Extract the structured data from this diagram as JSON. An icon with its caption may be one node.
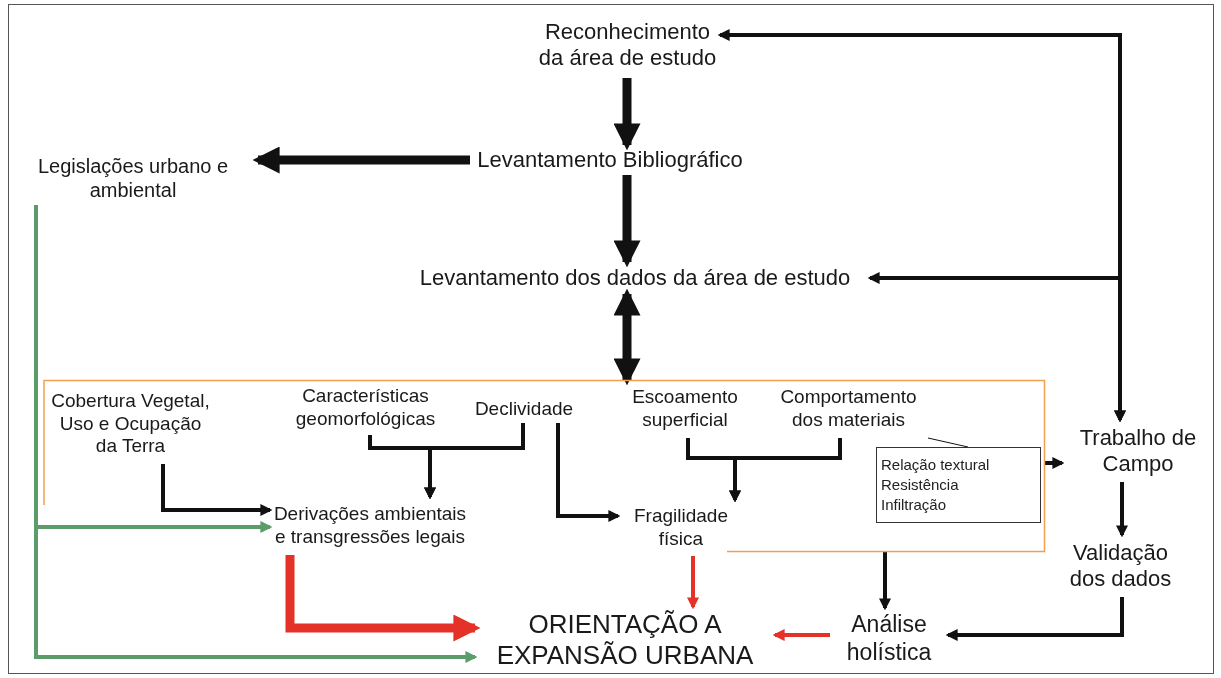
{
  "diagram": {
    "nodes": [
      {
        "text": [
          "Reconhecimento da área de estudo"
        ]
      },
      {
        "text": [
          "Levantamento Bibliográfico"
        ]
      },
      {
        "text": [
          "Legislações urbano e ambiental"
        ]
      },
      {
        "text": [
          "Levantamento dos dados da área de estudo"
        ]
      },
      {
        "text": [],
        "shape": "box"
      },
      {
        "text": [
          "Cobertura Vegetal, Uso e Ocupação da Terra"
        ],
        "in": 4
      },
      {
        "text": [
          "Características geomorfológicas"
        ],
        "in": 4
      },
      {
        "text": [
          "Declividade"
        ],
        "in": 4
      },
      {
        "text": [
          "Escoamento superficial"
        ],
        "in": 4
      },
      {
        "text": [
          "Comportamento dos materiais"
        ],
        "in": 4
      },
      {
        "text": [
          "Relação textural",
          "Resistência",
          "Infiltração"
        ],
        "in": 4
      },
      {
        "text": [
          "Derivações ambientais e transgressões legais"
        ],
        "in": 4
      },
      {
        "text": [
          "Fragilidade física"
        ],
        "in": 4
      },
      {
        "text": [
          "Trabalho de Campo"
        ]
      },
      {
        "text": [
          "Validação dos dados"
        ]
      },
      {
        "text": [
          "Análise holística"
        ]
      },
      {
        "text": [
          "ORIENTAÇÃO A EXPANSÃO URBANA"
        ]
      }
    ],
    "edges": [
      {
        "from": 0,
        "to": 1,
        "arrow": "to",
        "style": "thick"
      },
      {
        "from": 1,
        "to": 2,
        "arrow": "to",
        "style": "thick"
      },
      {
        "from": 1,
        "to": 3,
        "arrow": "to",
        "style": "thick"
      },
      {
        "from": 3,
        "to": 4,
        "arrow": "both",
        "style": "thick"
      },
      {
        "from": 13,
        "to": 0,
        "arrow": "both"
      },
      {
        "from": 13,
        "to": 3,
        "arrow": "both"
      },
      {
        "from": 5,
        "to": 11,
        "arrow": "to"
      },
      {
        "from": 6,
        "to": 11,
        "arrow": "to"
      },
      {
        "from": 7,
        "to": 11,
        "arrow": "to"
      },
      {
        "from": 7,
        "to": 12,
        "arrow": "to"
      },
      {
        "from": 8,
        "to": 12,
        "arrow": "to"
      },
      {
        "from": 9,
        "to": 12,
        "arrow": "to"
      },
      {
        "from": 9,
        "to": 10,
        "arrow": "none"
      },
      {
        "from": 4,
        "to": 13,
        "arrow": "to"
      },
      {
        "from": 13,
        "to": 14,
        "arrow": "to"
      },
      {
        "from": 14,
        "to": 15,
        "arrow": "to"
      },
      {
        "from": 4,
        "to": 15,
        "arrow": "to"
      },
      {
        "from": 12,
        "to": 16,
        "arrow": "to",
        "color": "#e53228"
      },
      {
        "from": 11,
        "to": 16,
        "arrow": "to",
        "style": "thick",
        "color": "#e53228"
      },
      {
        "from": 15,
        "to": 16,
        "arrow": "to",
        "color": "#e53228"
      },
      {
        "from": 2,
        "to": 16,
        "arrow": "to",
        "color": "#5b9c6b"
      },
      {
        "from": 2,
        "to": 11,
        "arrow": "to",
        "color": "#5b9c6b"
      }
    ]
  }
}
